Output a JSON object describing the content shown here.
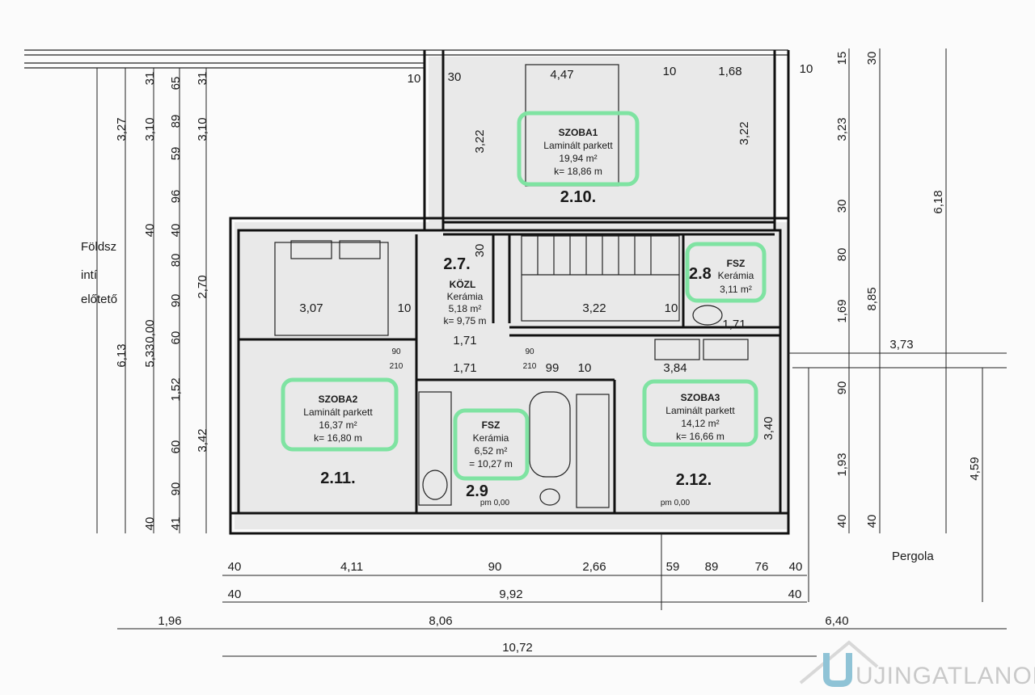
{
  "annotation": {
    "line1": "Földsz",
    "line2": "intí",
    "line3": "előtető"
  },
  "pergola": "Pergola",
  "rooms": {
    "szoba1": {
      "name": "SZOBA1",
      "floor": "Laminált parkett",
      "area": "19,94 m²",
      "perimeter": "k= 18,86 m",
      "number": "2.10."
    },
    "kozl": {
      "number": "2.7.",
      "name": "KÖZL",
      "floor": "Kerámia",
      "area": "5,18 m²",
      "perimeter": "k= 9,75 m"
    },
    "fsz_small": {
      "number": "2.8",
      "name": "FSZ",
      "floor": "Kerámia",
      "area": "3,11 m²"
    },
    "szoba2": {
      "name": "SZOBA2",
      "floor": "Laminált parkett",
      "area": "16,37 m²",
      "perimeter": "k= 16,80 m",
      "number": "2.11."
    },
    "fsz": {
      "name": "FSZ",
      "floor": "Kerámia",
      "area": "6,52 m²",
      "perimeter": "= 10,27 m",
      "number": "2.9"
    },
    "szoba3": {
      "name": "SZOBA3",
      "floor": "Laminált parkett",
      "area": "14,12 m²",
      "perimeter": "k= 16,66 m",
      "number": "2.12."
    }
  },
  "dims": {
    "row1": [
      "40",
      "4,11",
      "90",
      "2,66",
      "59",
      "89",
      "76",
      "40"
    ],
    "row2": [
      "40",
      "9,92",
      "40"
    ],
    "row3": [
      "1,96",
      "8,06",
      "6,40"
    ],
    "row4": [
      "10,72"
    ],
    "top": [
      "10",
      "30",
      "4,47",
      "10",
      "1,68",
      "10",
      "3,22",
      "3,22"
    ],
    "interior": [
      "3,07",
      "10",
      "3,22",
      "10",
      "1,71",
      "1,71",
      "99",
      "10",
      "3,84",
      "3,40",
      "1,71",
      "30",
      "90",
      "210",
      "90",
      "210",
      "pm 0,00",
      "pm 0,00",
      "3,73"
    ],
    "left_a": [
      "3,27",
      "6,13"
    ],
    "left_b": [
      "31",
      "3,10",
      "40",
      "0,00",
      "5,33",
      "40"
    ],
    "left_c": [
      "65",
      "89",
      "59",
      "96",
      "40",
      "80",
      "90",
      "60",
      "1,52",
      "60",
      "90",
      "41"
    ],
    "left_d": [
      "31",
      "3,10",
      "2,70",
      "3,42"
    ],
    "right_a": [
      "15",
      "3,23",
      "30",
      "80",
      "1,69",
      "90",
      "1,93",
      "40"
    ],
    "right_b": [
      "30",
      "8,85",
      "40"
    ],
    "right_c": [
      "6,18"
    ],
    "right_d": [
      "4,59"
    ]
  },
  "watermark": "UJINGATLANOK.HU",
  "colors": {
    "highlight": "#7fe3a2",
    "wall": "#111111"
  }
}
